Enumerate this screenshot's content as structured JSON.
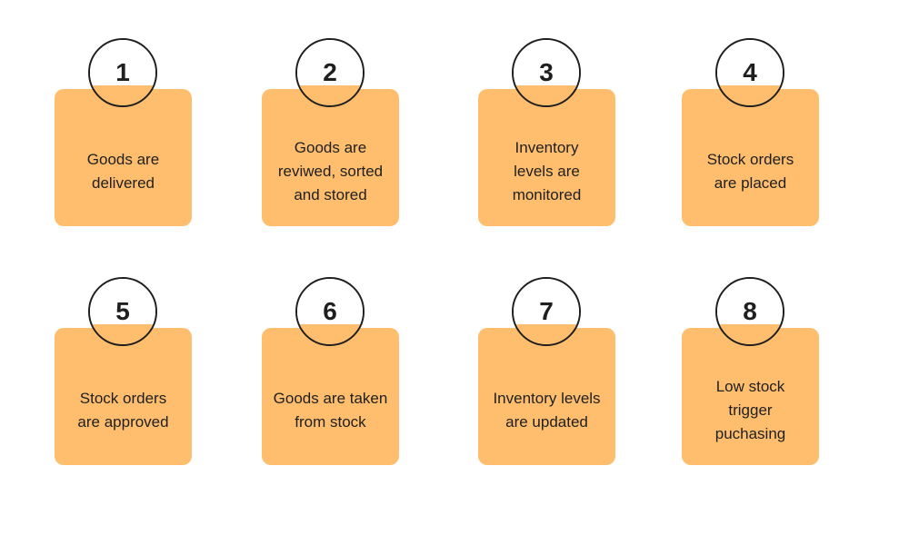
{
  "colors": {
    "card_fill": "#FFBE6E",
    "outline": "#1F1F1F",
    "background": "#FFFFFF"
  },
  "steps": [
    {
      "number": "1",
      "text": "Goods are\ndelivered"
    },
    {
      "number": "2",
      "text": "Goods are\nreviwed, sorted\nand stored"
    },
    {
      "number": "3",
      "text": "Inventory\nlevels are\nmonitored"
    },
    {
      "number": "4",
      "text": "Stock orders\nare placed"
    },
    {
      "number": "5",
      "text": "Stock orders\nare approved"
    },
    {
      "number": "6",
      "text": "Goods are taken\nfrom stock"
    },
    {
      "number": "7",
      "text": "Inventory levels\nare updated"
    },
    {
      "number": "8",
      "text": "Low stock\ntrigger\npuchasing"
    }
  ]
}
